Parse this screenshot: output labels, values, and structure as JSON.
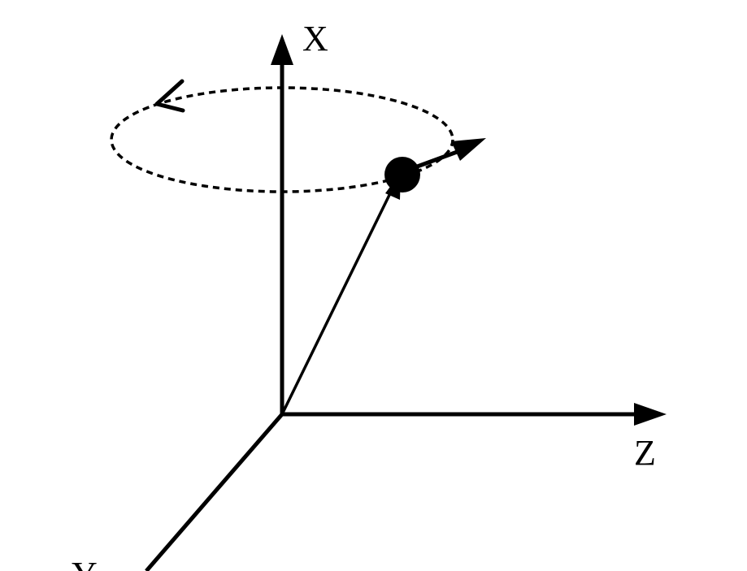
{
  "diagram": {
    "axis_labels": {
      "x": "X",
      "y": "Y",
      "z": "Z"
    },
    "colors": {
      "ink": "#000000",
      "background": "#ffffff"
    },
    "elements": [
      "vertical-axis-x",
      "horizontal-axis-z",
      "diagonal-axis-y",
      "position-vector",
      "orbit-ellipse-dashed",
      "rotation-direction-arrow",
      "particle",
      "velocity-vector"
    ]
  }
}
